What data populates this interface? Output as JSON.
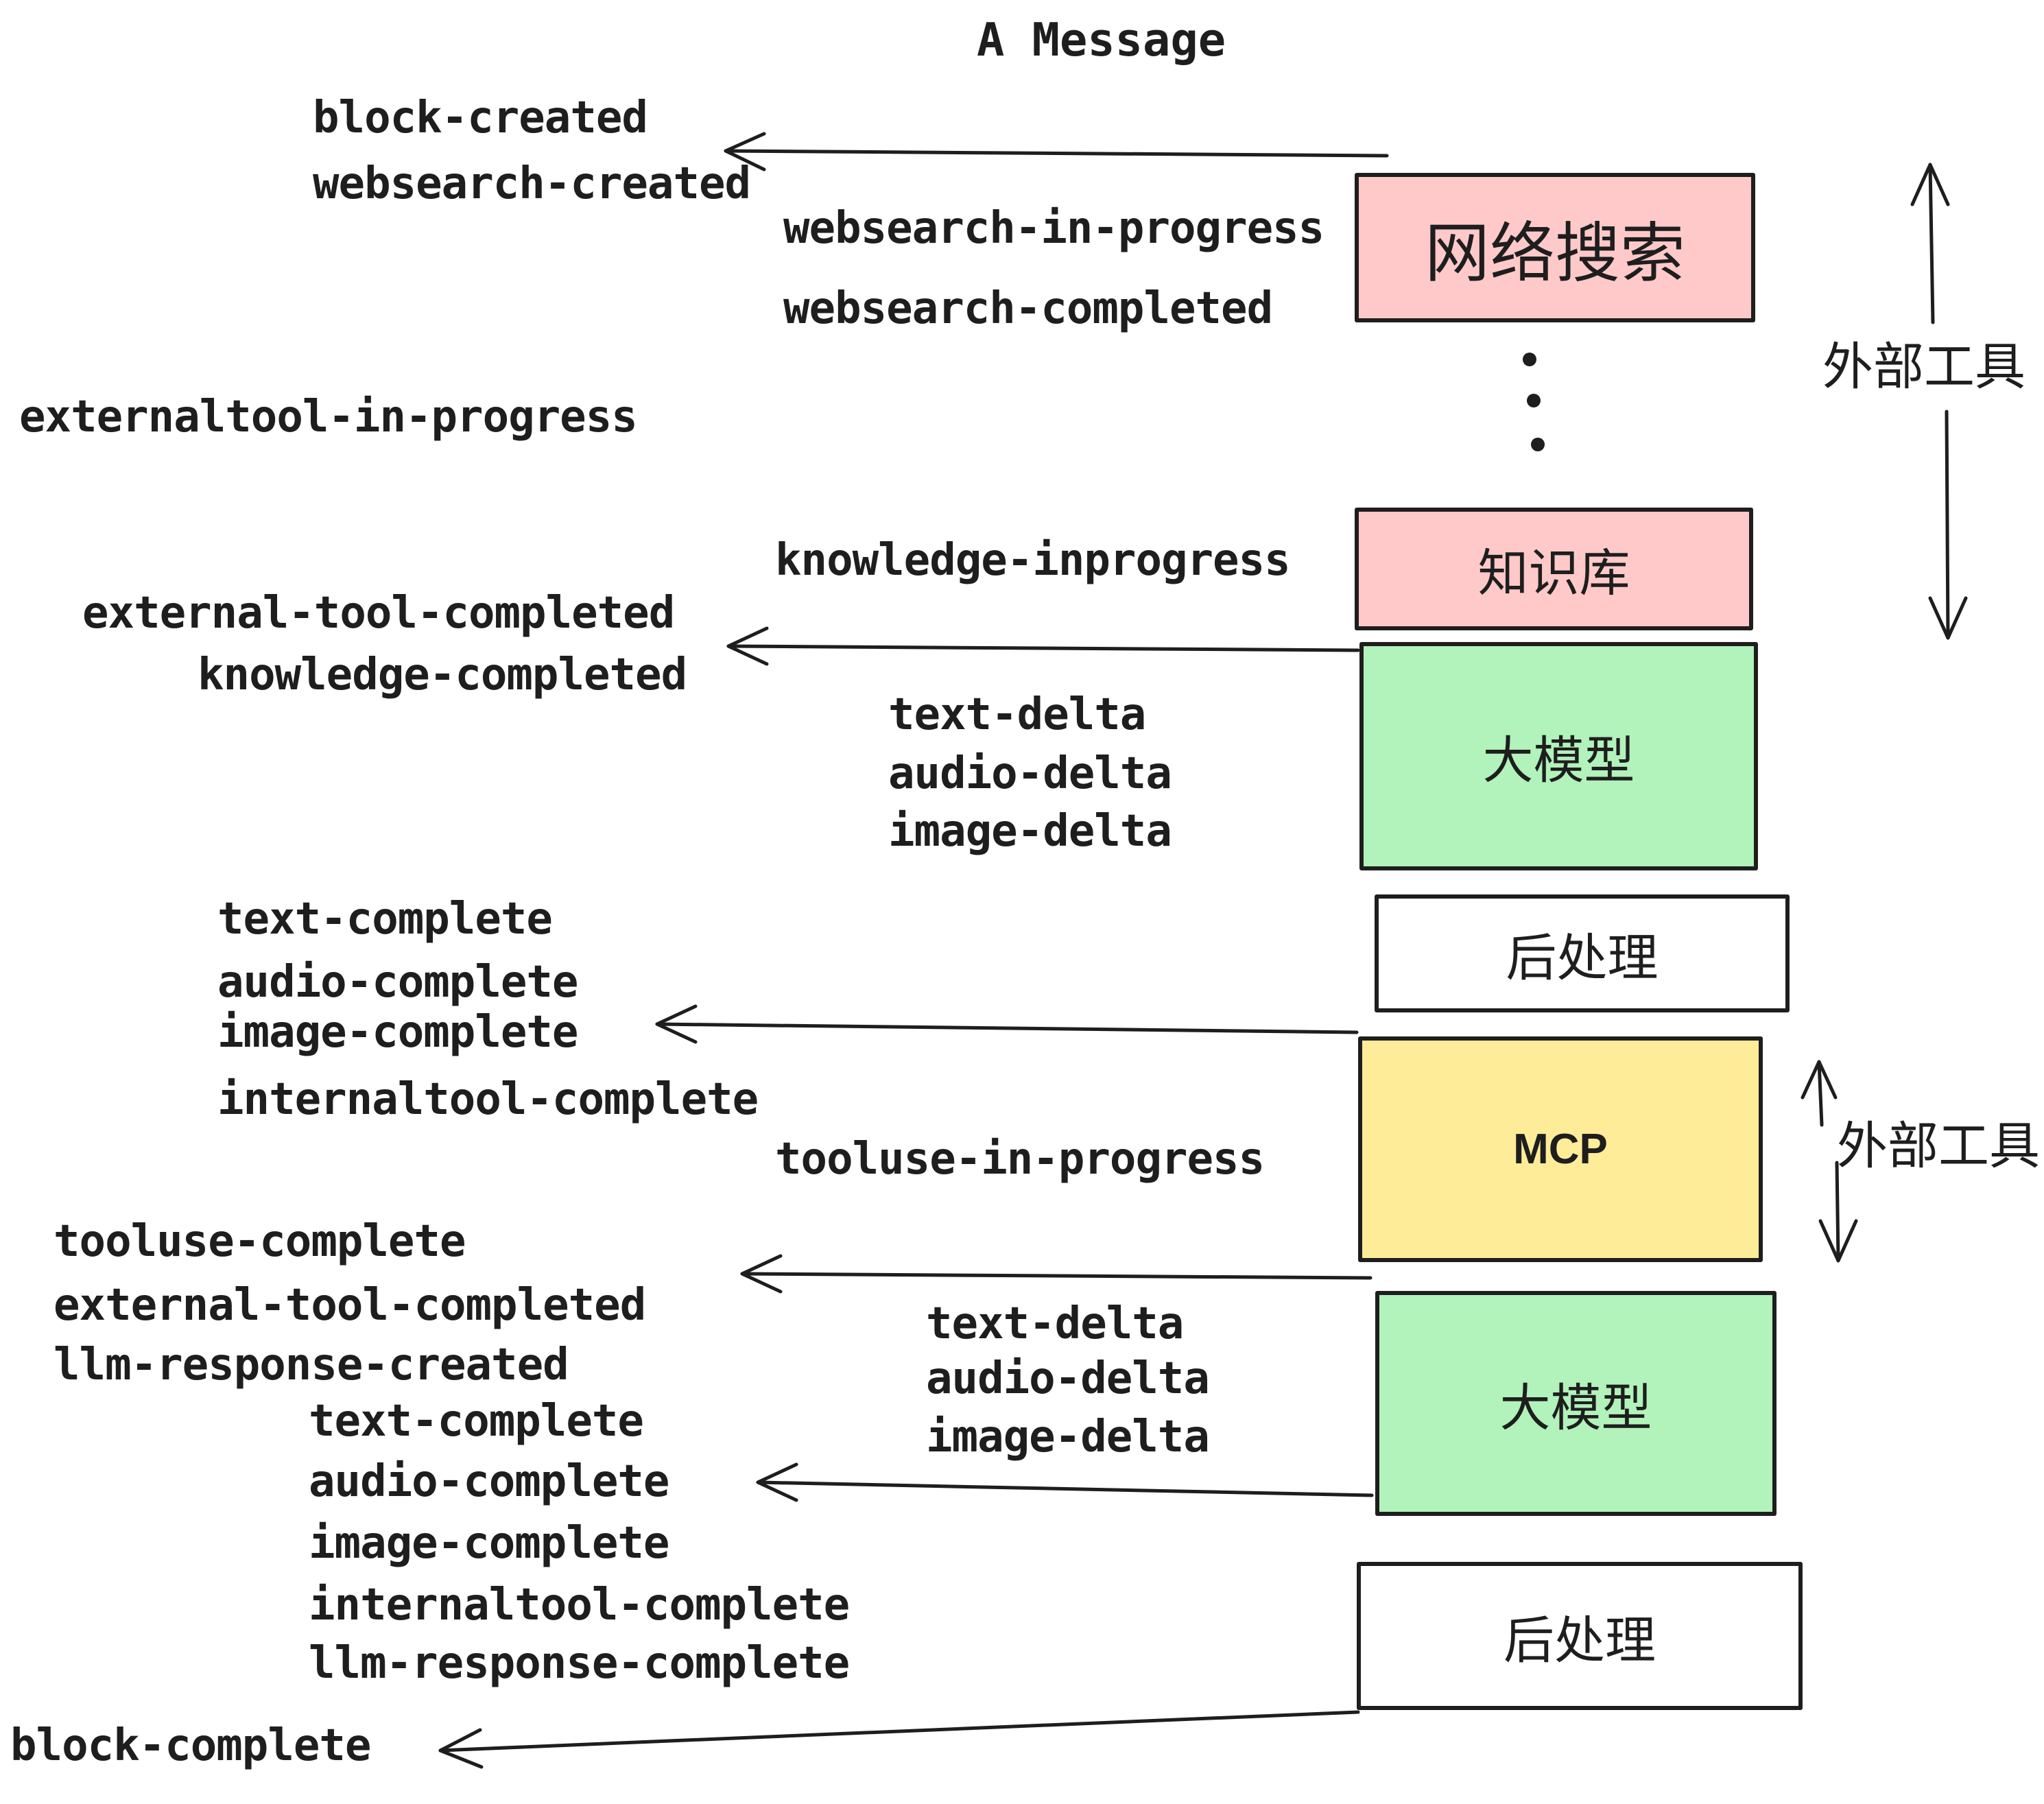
{
  "title": "A Message",
  "colors": {
    "background": "#ffffff",
    "stroke": "#1e1e1e",
    "text": "#1e1e1e",
    "pink_box": "#ffc9c9",
    "green_box": "#b2f2bb",
    "yellow_box": "#ffec99",
    "white_box": "#ffffff"
  },
  "boxes": {
    "websearch": {
      "label": "网络搜索",
      "color": "#ffc9c9"
    },
    "knowledge": {
      "label": "知识库",
      "color": "#ffc9c9"
    },
    "llm_top": {
      "label": "大模型",
      "color": "#b2f2bb"
    },
    "post_top": {
      "label": "后处理",
      "color": "#ffffff"
    },
    "mcp": {
      "label": "MCP",
      "color": "#ffec99"
    },
    "llm_bottom": {
      "label": "大模型",
      "color": "#b2f2bb"
    },
    "post_bottom": {
      "label": "后处理",
      "color": "#ffffff"
    }
  },
  "side_annotations": {
    "top": {
      "label": "外部工具"
    },
    "bottom": {
      "label": "外部工具"
    }
  },
  "ellipsis": "vertical-three-dots",
  "events": {
    "block_created": "block-created",
    "websearch_created": "websearch-created",
    "websearch_in_progress": "websearch-in-progress",
    "websearch_completed": "websearch-completed",
    "externaltool_in_progress": "externaltool-in-progress",
    "knowledge_inprogress": "knowledge-inprogress",
    "external_tool_completed_1": "external-tool-completed",
    "knowledge_completed": "knowledge-completed",
    "text_delta_1": "text-delta",
    "audio_delta_1": "audio-delta",
    "image_delta_1": "image-delta",
    "text_complete_1": "text-complete",
    "audio_complete_1": "audio-complete",
    "image_complete_1": "image-complete",
    "internaltool_complete_1": "internaltool-complete",
    "tooluse_in_progress": "tooluse-in-progress",
    "tooluse_complete": "tooluse-complete",
    "external_tool_completed_2": "external-tool-completed",
    "llm_response_created": "llm-response-created",
    "text_delta_2": "text-delta",
    "audio_delta_2": "audio-delta",
    "image_delta_2": "image-delta",
    "text_complete_2": "text-complete",
    "audio_complete_2": "audio-complete",
    "image_complete_2": "image-complete",
    "internaltool_complete_2": "internaltool-complete",
    "llm_response_complete": "llm-response-complete",
    "block_complete": "block-complete"
  }
}
